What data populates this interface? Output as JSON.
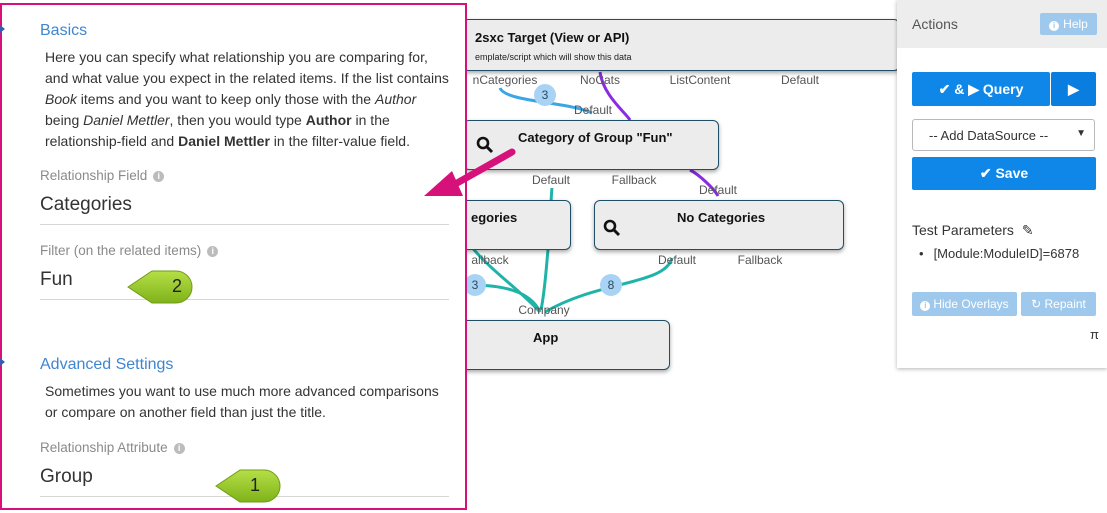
{
  "form": {
    "basics": {
      "title": "Basics",
      "desc_1": "Here you can specify what relationship you are comparing for, and what value you expect in the related items. If the list contains ",
      "desc_book": "Book",
      "desc_2": " items and you want to keep only those with the ",
      "desc_author": "Author",
      "desc_3": " being ",
      "desc_daniel": "Daniel Mettler",
      "desc_4": ", then you would type ",
      "desc_author_bold": "Author",
      "desc_5": " in the relationship-field and ",
      "desc_daniel_bold": "Daniel Mettler",
      "desc_6": " in the filter-value field."
    },
    "relationship_field": {
      "label": "Relationship Field",
      "value": "Categories"
    },
    "filter_field": {
      "label": "Filter (on the related items)",
      "value": "Fun"
    },
    "advanced": {
      "title": "Advanced Settings",
      "desc": "Sometimes you want to use much more advanced comparisons or compare on another field than just the title."
    },
    "relationship_attribute": {
      "label": "Relationship Attribute",
      "value": "Group"
    },
    "info_glyph": "i"
  },
  "callouts": {
    "one": "1",
    "two": "2"
  },
  "pipeline": {
    "target": {
      "title": "2sxc Target (View or API)",
      "subtitle": "emplate/script which will show this data",
      "in_ports": [
        "nCategories",
        "NoCats",
        "ListContent",
        "Default"
      ]
    },
    "category_fun": {
      "title": "Category of Group \"Fun\"",
      "in_port": "Default",
      "out_ports": [
        "Default",
        "Fallback"
      ]
    },
    "with_categories": {
      "title": "egories",
      "out_ports": [
        "allback"
      ]
    },
    "no_categories": {
      "title": "No Categories",
      "in_port": "Default",
      "out_ports": [
        "Default",
        "Fallback"
      ]
    },
    "app": {
      "title": "App",
      "in_port": "Company"
    },
    "bubbles": {
      "b3_top": "3",
      "b3_left": "3",
      "b8": "8"
    }
  },
  "actions": {
    "title": "Actions",
    "help": "Help",
    "query_button": "& ▶ Query",
    "run_glyph": "▶",
    "add_datasource": "-- Add DataSource --",
    "save": "Save",
    "test_parameters": "Test Parameters",
    "param": "[Module:ModuleID]=6878",
    "hide_overlays": "Hide Overlays",
    "repaint": "Repaint",
    "pi": "π"
  },
  "colors": {
    "accent_border": "#d6127a",
    "primary": "#0f87e8",
    "wire_teal": "#1fb3aa",
    "wire_purple": "#8b2be2",
    "link": "#3f86d1",
    "callout_green": "#95c623"
  }
}
